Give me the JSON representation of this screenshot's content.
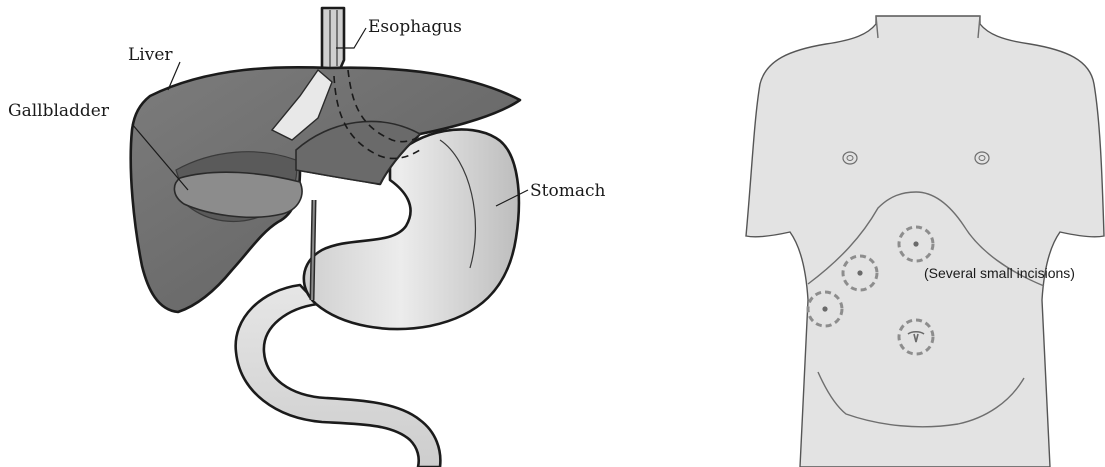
{
  "left_panel": {
    "labels": {
      "esophagus": "Esophagus",
      "liver": "Liver",
      "gallbladder": "Gallbladder",
      "stomach": "Stomach"
    }
  },
  "right_panel": {
    "incisions_caption": "(Several small incisions)"
  },
  "colors": {
    "liver_dark": "#6f6f6f",
    "stomach_light": "#dcdcdc",
    "torso": "#e3e3e3",
    "incision_dash": "#8d8d8d"
  }
}
